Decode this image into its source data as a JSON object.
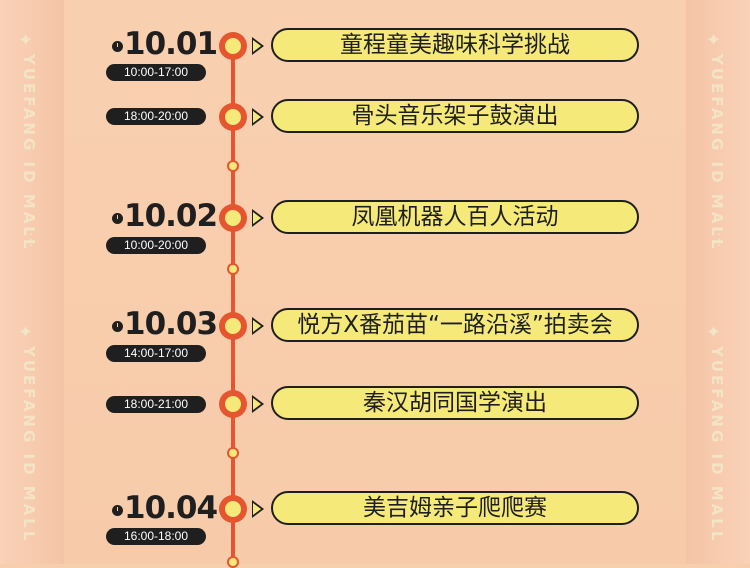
{
  "brand_vertical": "YUEFANG ID MALL",
  "star_glyph": "✦",
  "ellipsis_glyph": "···",
  "schedule": [
    {
      "date": "10.01",
      "time": "10:00-17:00",
      "event": "童程童美趣味科学挑战"
    },
    {
      "date": "",
      "time": "18:00-20:00",
      "event": "骨头音乐架子鼓演出"
    },
    {
      "date": "10.02",
      "time": "10:00-20:00",
      "event": "凤凰机器人百人活动"
    },
    {
      "date": "10.03",
      "time": "14:00-17:00",
      "event": "悦方X番茄苗“一路沿溪”拍卖会"
    },
    {
      "date": "",
      "time": "18:00-21:00",
      "event": "秦汉胡同国学演出"
    },
    {
      "date": "10.04",
      "time": "16:00-18:00",
      "event": "美吉姆亲子爬爬赛"
    }
  ],
  "colors": {
    "accent": "#e5552f",
    "pill": "#f5e979",
    "ink": "#1f1f1f",
    "background": "#f7cbaa"
  }
}
